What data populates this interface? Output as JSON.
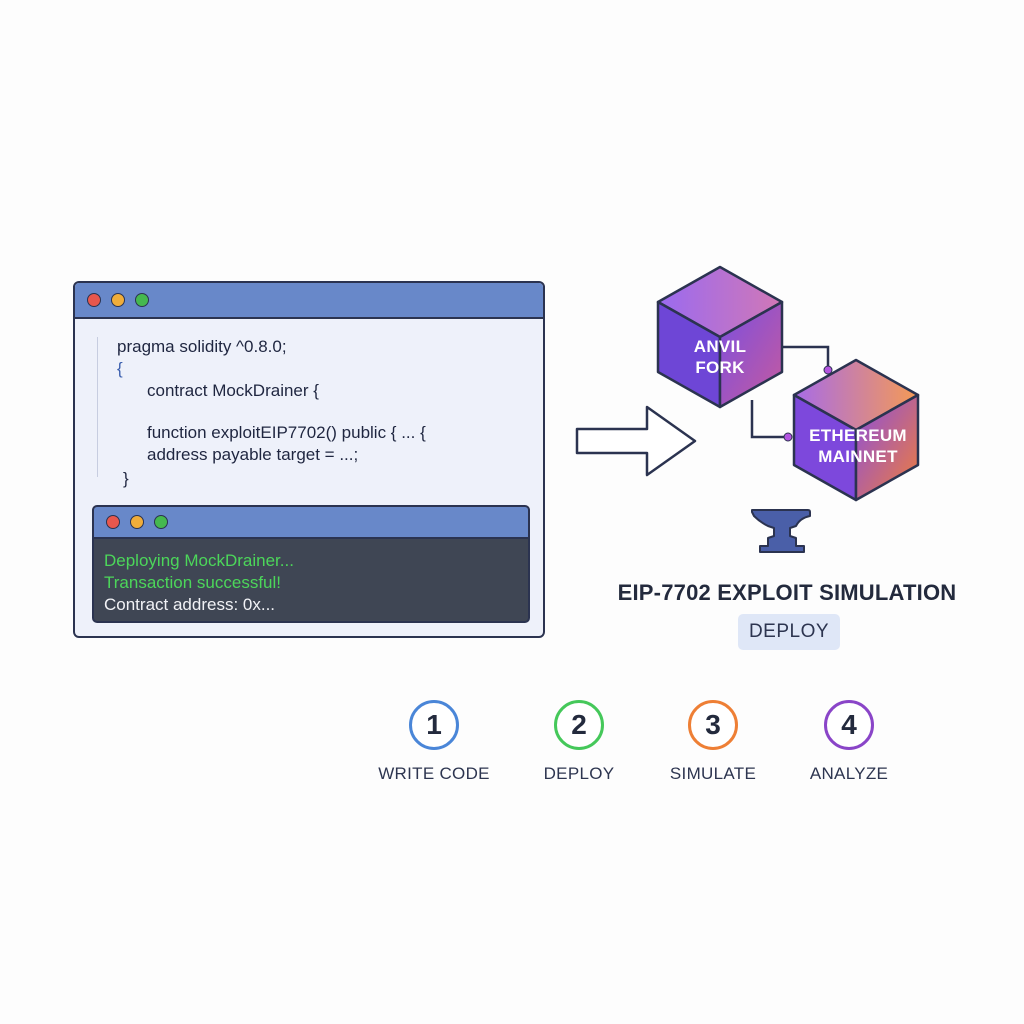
{
  "editor": {
    "code_lines": [
      "pragma solidity ^0.8.0;",
      "{",
      "contract MockDrainer {",
      "function exploitEIP7702() public { ... {",
      "address payable target = ...;",
      "}"
    ]
  },
  "terminal": {
    "lines": [
      "Deploying MockDrainer...",
      "Transaction successful!",
      "Contract address: 0x..."
    ]
  },
  "network": {
    "fork_label_line1": "ANVIL",
    "fork_label_line2": "FORK",
    "mainnet_label_line1": "ETHEREUM",
    "mainnet_label_line2": "MAINNET"
  },
  "title": "EIP-7702 EXPLOIT SIMULATION",
  "badge": "DEPLOY",
  "steps": [
    {
      "number": "1",
      "label": "WRITE CODE",
      "color": "#4a86d8"
    },
    {
      "number": "2",
      "label": "DEPLOY",
      "color": "#45c85a"
    },
    {
      "number": "3",
      "label": "SIMULATE",
      "color": "#ee7f35"
    },
    {
      "number": "4",
      "label": "ANALYZE",
      "color": "#8a45c8"
    }
  ],
  "colors": {
    "window_titlebar": "#6888c9",
    "terminal_bg": "#3f4654",
    "terminal_success": "#4cd65a",
    "anvil": "#4a5fa8"
  }
}
